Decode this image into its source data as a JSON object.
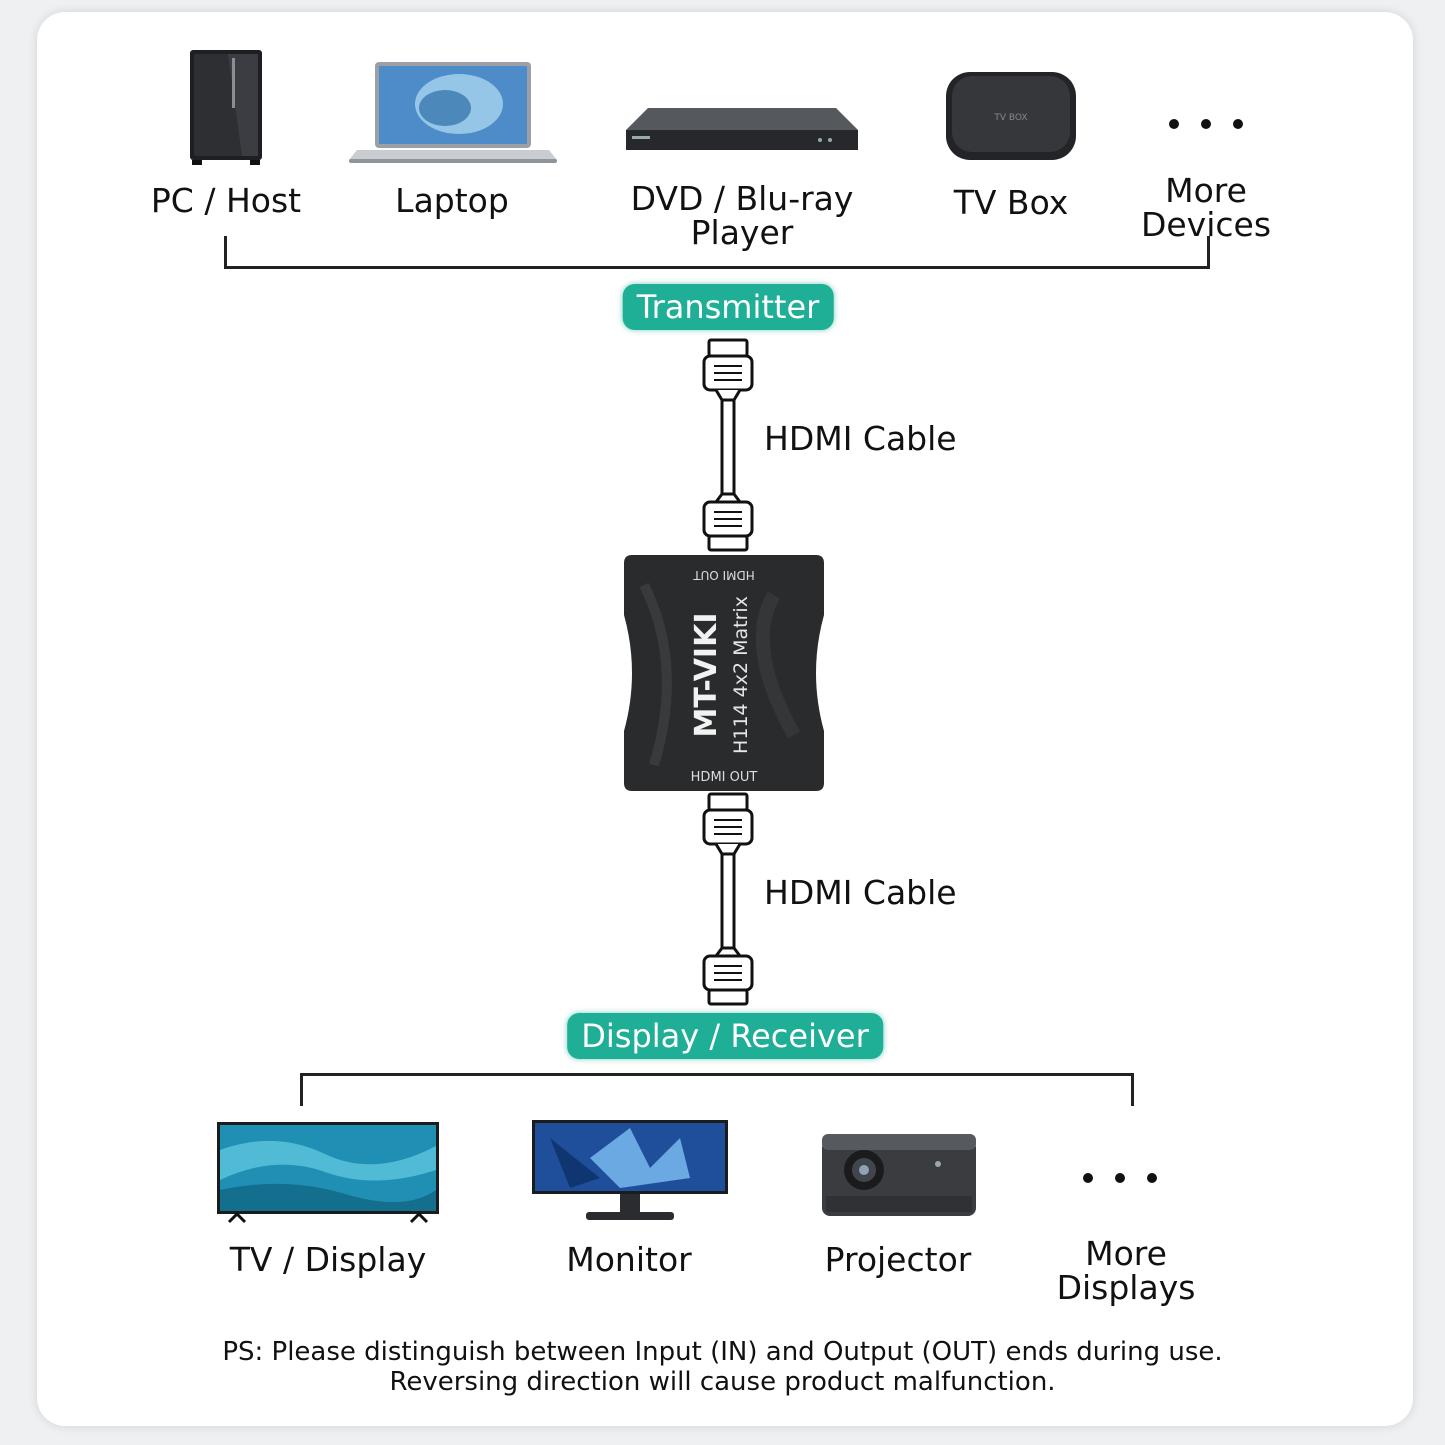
{
  "sources": {
    "items": [
      {
        "icon": "pc-tower-icon",
        "label": "PC / Host"
      },
      {
        "icon": "laptop-icon",
        "label": "Laptop"
      },
      {
        "icon": "dvd-player-icon",
        "label": "DVD / Blu-ray\nPlayer"
      },
      {
        "icon": "tv-box-icon",
        "label": "TV Box",
        "box_text": "TV BOX"
      },
      {
        "icon": "ellipsis-icon",
        "label": "More\nDevices"
      }
    ]
  },
  "transmitter_label": "Transmitter",
  "cable_top_label": "HDMI Cable",
  "device": {
    "brand": "MT-VIKI",
    "model": "H114 4x2 Matrix",
    "top_port": "HDMI OUT",
    "bottom_port": "HDMI OUT"
  },
  "cable_bottom_label": "HDMI Cable",
  "receiver_label": "Display / Receiver",
  "displays": {
    "items": [
      {
        "icon": "tv-icon",
        "label": "TV / Display"
      },
      {
        "icon": "monitor-icon",
        "label": "Monitor"
      },
      {
        "icon": "projector-icon",
        "label": "Projector"
      },
      {
        "icon": "ellipsis-icon",
        "label": "More\nDisplays"
      }
    ]
  },
  "note": {
    "line1": "PS: Please distinguish between Input (IN) and Output (OUT) ends during use.",
    "line2": "Reversing direction will cause product malfunction."
  },
  "colors": {
    "accent": "#1fae96",
    "device_body": "#2a2b2d"
  }
}
